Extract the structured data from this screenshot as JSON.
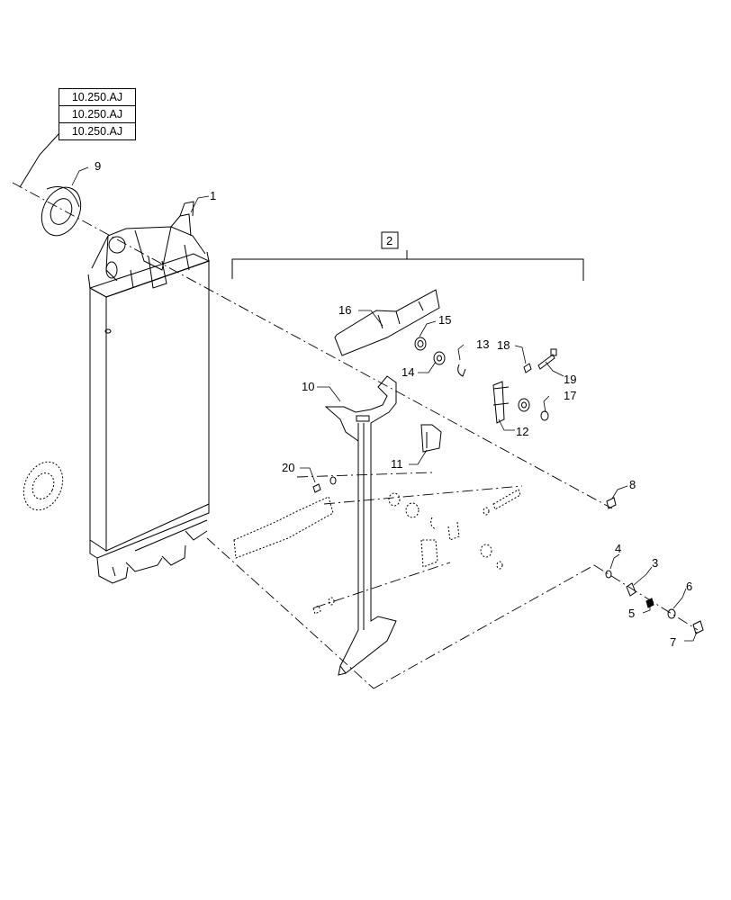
{
  "reference_table": [
    "10.250.AJ",
    "10.250.AJ",
    "10.250.AJ"
  ],
  "callouts": {
    "c1": "1",
    "c2": "2",
    "c3": "3",
    "c4": "4",
    "c5": "5",
    "c6": "6",
    "c7": "7",
    "c8": "8",
    "c9": "9",
    "c10": "10",
    "c11": "11",
    "c12": "12",
    "c13": "13",
    "c14": "14",
    "c15": "15",
    "c16": "16",
    "c17": "17",
    "c18": "18",
    "c19": "19",
    "c20": "20"
  }
}
